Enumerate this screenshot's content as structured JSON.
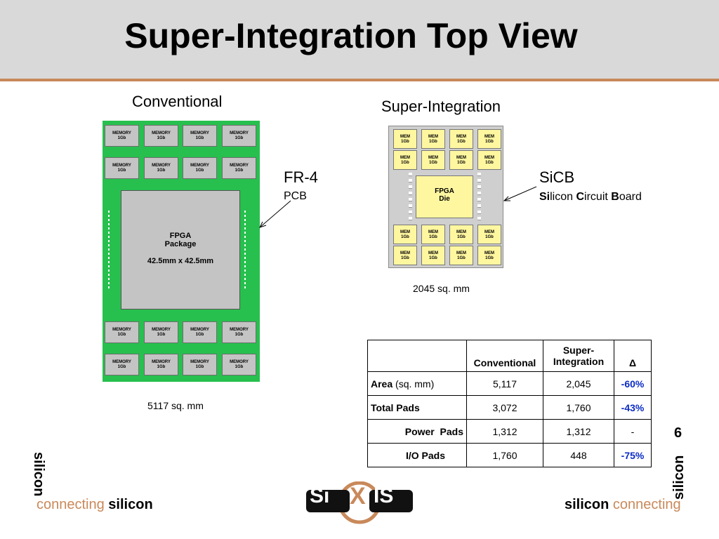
{
  "slide": {
    "title": "Super-Integration Top View",
    "page_number": "6"
  },
  "conventional": {
    "caption": "Conventional",
    "board_label": "FR-4",
    "board_sublabel": "PCB",
    "area": "5117 sq. mm",
    "memory_line1": "MEMORY",
    "memory_line2": "1Gb",
    "fpga_line1": "FPGA",
    "fpga_line2": "Package",
    "fpga_size": "42.5mm x 42.5mm"
  },
  "super": {
    "caption": "Super-Integration",
    "board_label": "SiCB",
    "board_sublabel_parts": [
      "Si",
      "licon ",
      "C",
      "ircuit ",
      "B",
      "oard"
    ],
    "area": "2045 sq. mm",
    "mem_line1": "MEM",
    "mem_line2": "1Gb",
    "die_line1": "FPGA",
    "die_line2": "Die"
  },
  "table": {
    "headers": [
      "",
      "Conventional",
      "Super-Integration",
      "Δ"
    ],
    "rows": [
      {
        "label_bold": "Area",
        "label_rest": " (sq. mm)",
        "conventional": "5,117",
        "super": "2,045",
        "delta": "-60%"
      },
      {
        "label_bold": "Total Pads",
        "label_rest": "",
        "conventional": "3,072",
        "super": "1,760",
        "delta": "-43%"
      },
      {
        "label_bold": "Power  Pads",
        "label_rest": "",
        "conventional": "1,312",
        "super": "1,312",
        "delta": "-"
      },
      {
        "label_bold": "I/O Pads",
        "label_rest": "",
        "conventional": "1,760",
        "super": "448",
        "delta": "-75%"
      }
    ]
  },
  "branding": {
    "left_vertical": "silicon",
    "left_bottom_a": "connecting",
    "left_bottom_b": " silicon",
    "right_bottom_a": "silicon",
    "right_bottom_b": " connecting",
    "right_vertical": "silicon",
    "logo_left": "Si",
    "logo_mid": "X",
    "logo_right": "IS"
  },
  "colors": {
    "pcb_green": "#27c04e",
    "accent_orange": "#c9895a",
    "delta_blue": "#0b2cc4",
    "mem_yellow": "#fff7a0"
  }
}
